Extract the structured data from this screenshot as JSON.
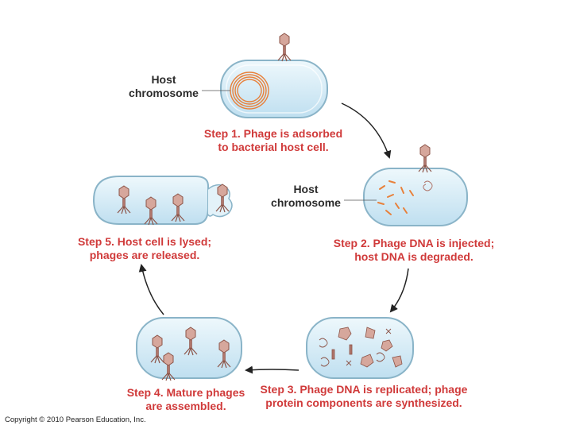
{
  "host_label_top": [
    "Host",
    "chromosome"
  ],
  "host_label_right": [
    "Host",
    "chromosome"
  ],
  "steps": [
    {
      "id": "step1",
      "lines": [
        "Step 1. Phage is adsorbed",
        "to bacterial host cell."
      ]
    },
    {
      "id": "step2",
      "lines": [
        "Step 2. Phage DNA is injected;",
        "host DNA is degraded."
      ]
    },
    {
      "id": "step3",
      "lines": [
        "Step 3. Phage DNA is replicated; phage",
        "protein components are synthesized."
      ]
    },
    {
      "id": "step4",
      "lines": [
        "Step 4. Mature phages",
        "are assembled."
      ]
    },
    {
      "id": "step5",
      "lines": [
        "Step 5. Host cell is lysed;",
        "phages are released."
      ]
    }
  ],
  "copyright": "Copyright © 2010 Pearson Education, Inc.",
  "colors": {
    "step_text": "#d03a3a",
    "label_text": "#2b2b2b",
    "cell_fill": "#d6ecf5",
    "cell_stroke": "#8ab4c8",
    "chromosome": "#e8803a",
    "phage": "#b0766c",
    "arrow": "#222222"
  }
}
